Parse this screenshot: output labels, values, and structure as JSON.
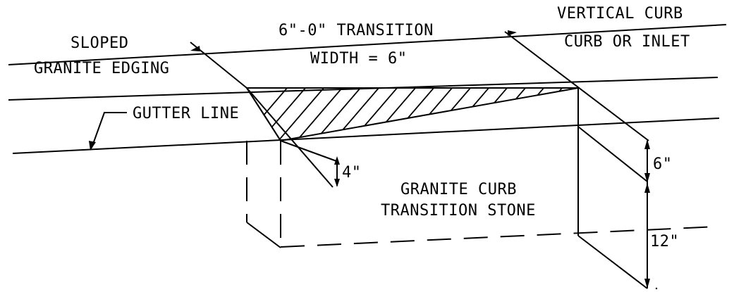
{
  "labels": {
    "sloped": "SLOPED",
    "granite_edging": "GRANITE EDGING",
    "transition": "6\"-0\" TRANSITION",
    "width": "WIDTH = 6\"",
    "vertical_curb": "VERTICAL CURB",
    "curb_or_inlet": "CURB OR INLET",
    "gutter_line": "GUTTER LINE",
    "stone_line1": "GRANITE CURB",
    "stone_line2": "TRANSITION STONE",
    "dim_4": "4\"",
    "dim_6": "6\"",
    "dim_12": "12\""
  },
  "colors": {
    "line": "#000000",
    "background": "#ffffff"
  }
}
